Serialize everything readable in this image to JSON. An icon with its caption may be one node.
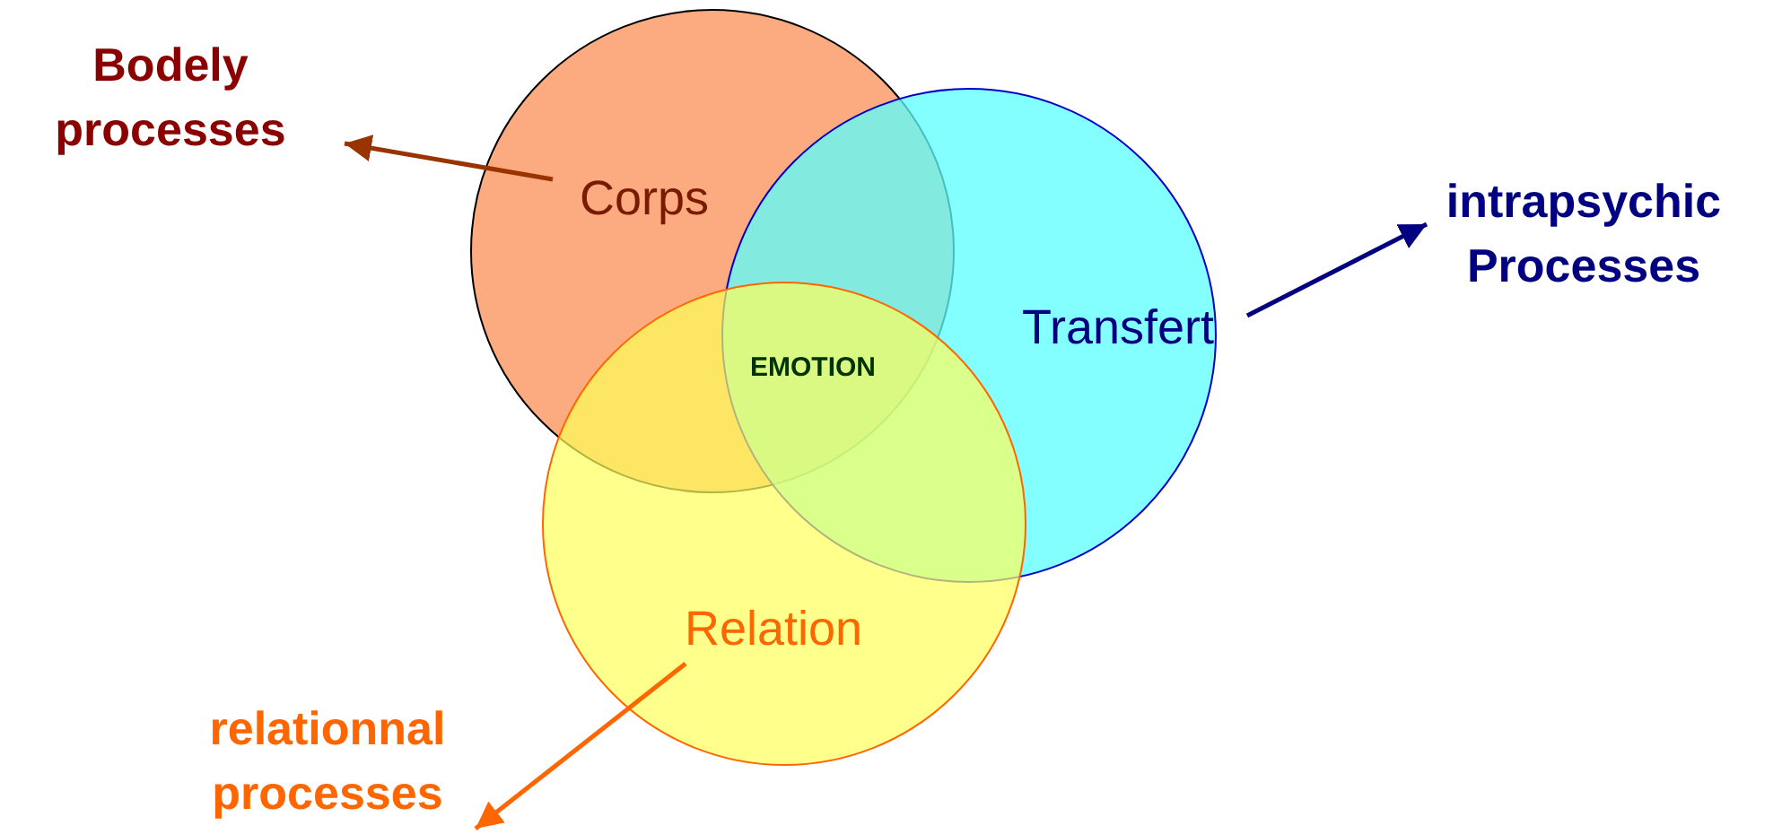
{
  "diagram": {
    "nodes": [
      {
        "text": [
          "Bodely processes"
        ]
      },
      {
        "text": [
          "Corps"
        ]
      },
      {
        "text": [
          "Transfert"
        ]
      },
      {
        "text": [
          "intrapsychic Processes"
        ]
      },
      {
        "text": [
          "Relation"
        ]
      },
      {
        "text": [
          "relationnal processes"
        ]
      }
    ],
    "edges": [
      {
        "from": 1,
        "to": 0,
        "arrow": "to",
        "color": "#993300"
      },
      {
        "from": 2,
        "to": 3,
        "arrow": "to",
        "color": "#000080"
      },
      {
        "from": 4,
        "to": 5,
        "arrow": "to",
        "color": "#ff6600"
      }
    ],
    "labels": [
      "EMOTION"
    ]
  }
}
